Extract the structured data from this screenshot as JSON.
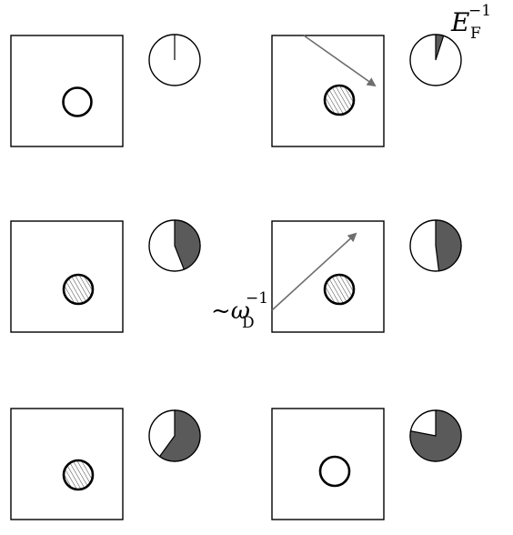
{
  "diagram": {
    "panels": [
      {
        "id": "p1",
        "circle": "empty",
        "shaded_fraction": 0.0
      },
      {
        "id": "p2",
        "circle": "hatched",
        "shaded_fraction": 0.05
      },
      {
        "id": "p3",
        "circle": "hatched",
        "shaded_fraction": 0.44
      },
      {
        "id": "p4",
        "circle": "hatched",
        "shaded_fraction": 0.48
      },
      {
        "id": "p5",
        "circle": "hatched",
        "shaded_fraction": 0.6
      },
      {
        "id": "p6",
        "circle": "empty",
        "shaded_fraction": 0.78
      }
    ],
    "labels": {
      "fermi_E": "E",
      "fermi_sub": "F",
      "fermi_sup": "−1",
      "debye_prefix": "~ω",
      "debye_sub": "D",
      "debye_sup": "−1"
    },
    "colors": {
      "stroke": "#000000",
      "pie_fill": "#5a5a5a",
      "arrow": "#6e6e6e"
    }
  }
}
